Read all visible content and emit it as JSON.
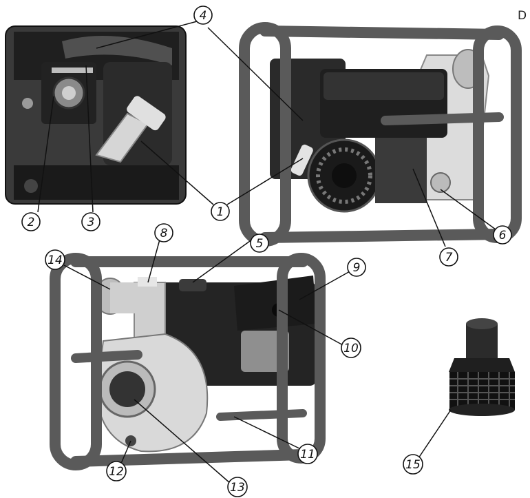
{
  "corner_mark": "D",
  "callouts": [
    {
      "id": "c1",
      "label": "1"
    },
    {
      "id": "c2",
      "label": "2"
    },
    {
      "id": "c3",
      "label": "3"
    },
    {
      "id": "c4",
      "label": "4"
    },
    {
      "id": "c5",
      "label": "5"
    },
    {
      "id": "c6",
      "label": "6"
    },
    {
      "id": "c7",
      "label": "7"
    },
    {
      "id": "c8",
      "label": "8"
    },
    {
      "id": "c9",
      "label": "9"
    },
    {
      "id": "c10",
      "label": "10"
    },
    {
      "id": "c11",
      "label": "11"
    },
    {
      "id": "c12",
      "label": "12"
    },
    {
      "id": "c13",
      "label": "13"
    },
    {
      "id": "c14",
      "label": "14"
    },
    {
      "id": "c15",
      "label": "15"
    }
  ]
}
